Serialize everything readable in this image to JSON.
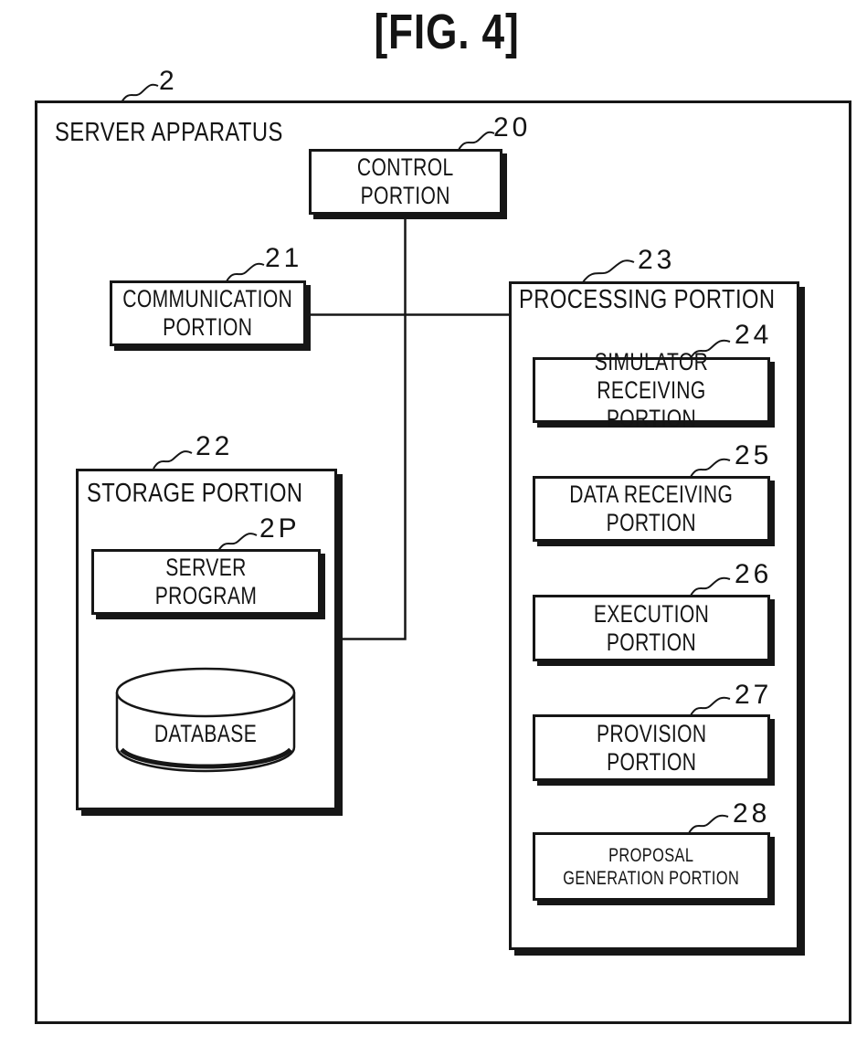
{
  "figure_title": "[FIG. 4]",
  "colors": {
    "ink": "#161616",
    "background": "#ffffff"
  },
  "outer_box": {
    "label": "SERVER APPARATUS",
    "ref": "2"
  },
  "blocks": {
    "control": {
      "lines": [
        "CONTROL",
        "PORTION"
      ],
      "ref": "20"
    },
    "communication": {
      "lines": [
        "COMMUNICATION",
        "PORTION"
      ],
      "ref": "21"
    },
    "storage": {
      "label": "STORAGE PORTION",
      "ref": "22"
    },
    "server_program": {
      "lines": [
        "SERVER PROGRAM"
      ],
      "ref": "2P"
    },
    "database": {
      "lines": [
        "DATABASE"
      ]
    },
    "processing": {
      "label": "PROCESSING PORTION",
      "ref": "23"
    },
    "simulator_receiving": {
      "lines": [
        "SIMULATOR",
        "RECEIVING PORTION"
      ],
      "ref": "24"
    },
    "data_receiving": {
      "lines": [
        "DATA RECEIVING",
        "PORTION"
      ],
      "ref": "25"
    },
    "execution": {
      "lines": [
        "EXECUTION",
        "PORTION"
      ],
      "ref": "26"
    },
    "provision": {
      "lines": [
        "PROVISION",
        "PORTION"
      ],
      "ref": "27"
    },
    "proposal_generation": {
      "lines": [
        "PROPOSAL",
        "GENERATION PORTION"
      ],
      "ref": "28"
    }
  }
}
